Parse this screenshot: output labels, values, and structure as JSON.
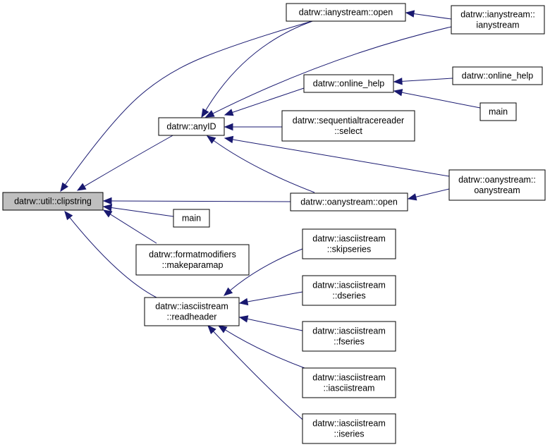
{
  "graph": {
    "focus_color": "#bfbfbf",
    "edge_color": "#191970",
    "nodes": {
      "clipstring": {
        "lines": [
          "datrw::util::clipstring"
        ]
      },
      "anyid": {
        "lines": [
          "datrw::anyID"
        ]
      },
      "main_left": {
        "lines": [
          "main"
        ]
      },
      "makeparamap": {
        "lines": [
          "datrw::formatmodifiers",
          "::makeparamap"
        ]
      },
      "readheader": {
        "lines": [
          "datrw::iasciistream",
          "::readheader"
        ]
      },
      "ianystream_open": {
        "lines": [
          "datrw::ianystream::open"
        ]
      },
      "online_help_mid": {
        "lines": [
          "datrw::online_help"
        ]
      },
      "seq_select": {
        "lines": [
          "datrw::sequentialtracereader",
          "::select"
        ]
      },
      "oanystream_open": {
        "lines": [
          "datrw::oanystream::open"
        ]
      },
      "skipseries": {
        "lines": [
          "datrw::iasciistream",
          "::skipseries"
        ]
      },
      "dseries": {
        "lines": [
          "datrw::iasciistream",
          "::dseries"
        ]
      },
      "fseries": {
        "lines": [
          "datrw::iasciistream",
          "::fseries"
        ]
      },
      "iasciistream": {
        "lines": [
          "datrw::iasciistream",
          "::iasciistream"
        ]
      },
      "iseries": {
        "lines": [
          "datrw::iasciistream",
          "::iseries"
        ]
      },
      "ianystream_ctor": {
        "lines": [
          "datrw::ianystream::",
          "ianystream"
        ]
      },
      "online_help_right": {
        "lines": [
          "datrw::online_help"
        ]
      },
      "main_right": {
        "lines": [
          "main"
        ]
      },
      "oanystream_ctor": {
        "lines": [
          "datrw::oanystream::",
          "oanystream"
        ]
      }
    }
  }
}
